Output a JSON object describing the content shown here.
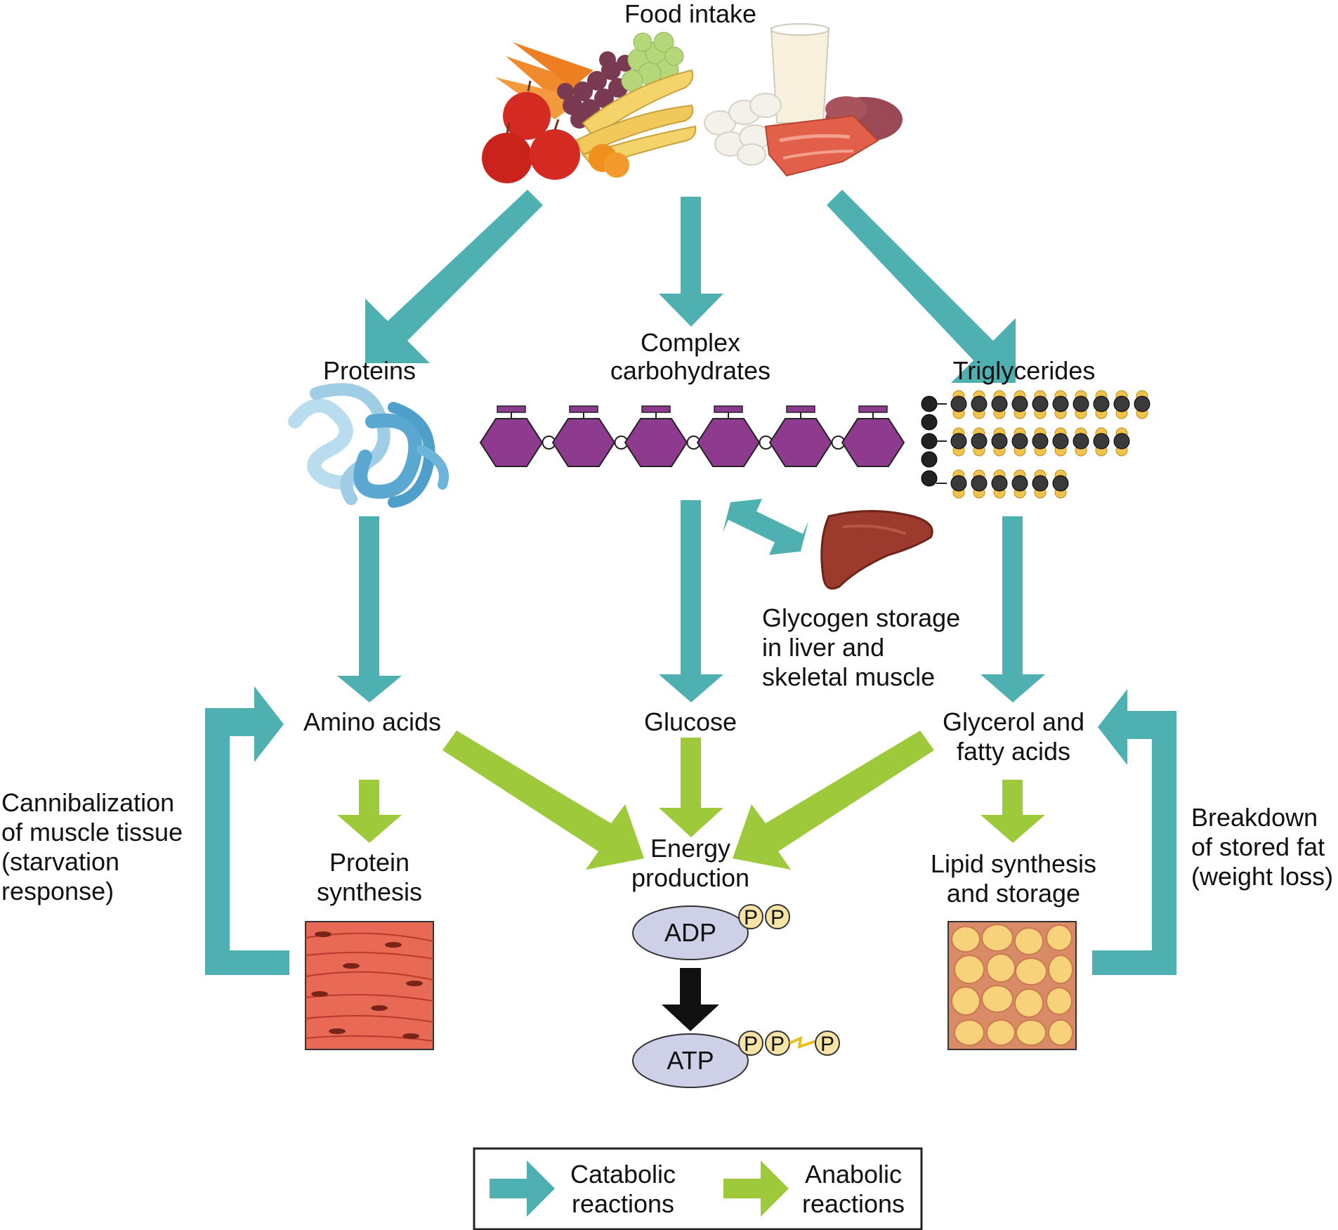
{
  "nodes": {
    "food_intake": "Food intake",
    "proteins": "Proteins",
    "complex_carbs": [
      "Complex",
      "carbohydrates"
    ],
    "triglycerides": "Triglycerides",
    "amino_acids": "Amino acids",
    "glucose": "Glucose",
    "glycerol": [
      "Glycerol and",
      "fatty acids"
    ],
    "glycogen": [
      "Glycogen storage",
      "in liver and",
      "skeletal muscle"
    ],
    "protein_synthesis": [
      "Protein",
      "synthesis"
    ],
    "energy_production": [
      "Energy",
      "production"
    ],
    "lipid_synthesis": [
      "Lipid synthesis",
      "and storage"
    ],
    "cannibalization": [
      "Cannibalization",
      "of muscle tissue",
      "(starvation",
      "response)"
    ],
    "breakdown": [
      "Breakdown",
      "of stored fat",
      "(weight loss)"
    ],
    "adp": "ADP",
    "atp": "ATP",
    "phosphate": "P"
  },
  "legend": {
    "catabolic": [
      "Catabolic",
      "reactions"
    ],
    "anabolic": [
      "Anabolic",
      "reactions"
    ]
  },
  "colors": {
    "catabolic": "#4fb0b2",
    "anabolic": "#9dc93b",
    "hexagon": "#8e3a8e",
    "muscle": "#e0574b",
    "fat": "#f5c86a",
    "atp_ellipse": "#cdd0e6",
    "phosphate": "#f6e3a6"
  }
}
